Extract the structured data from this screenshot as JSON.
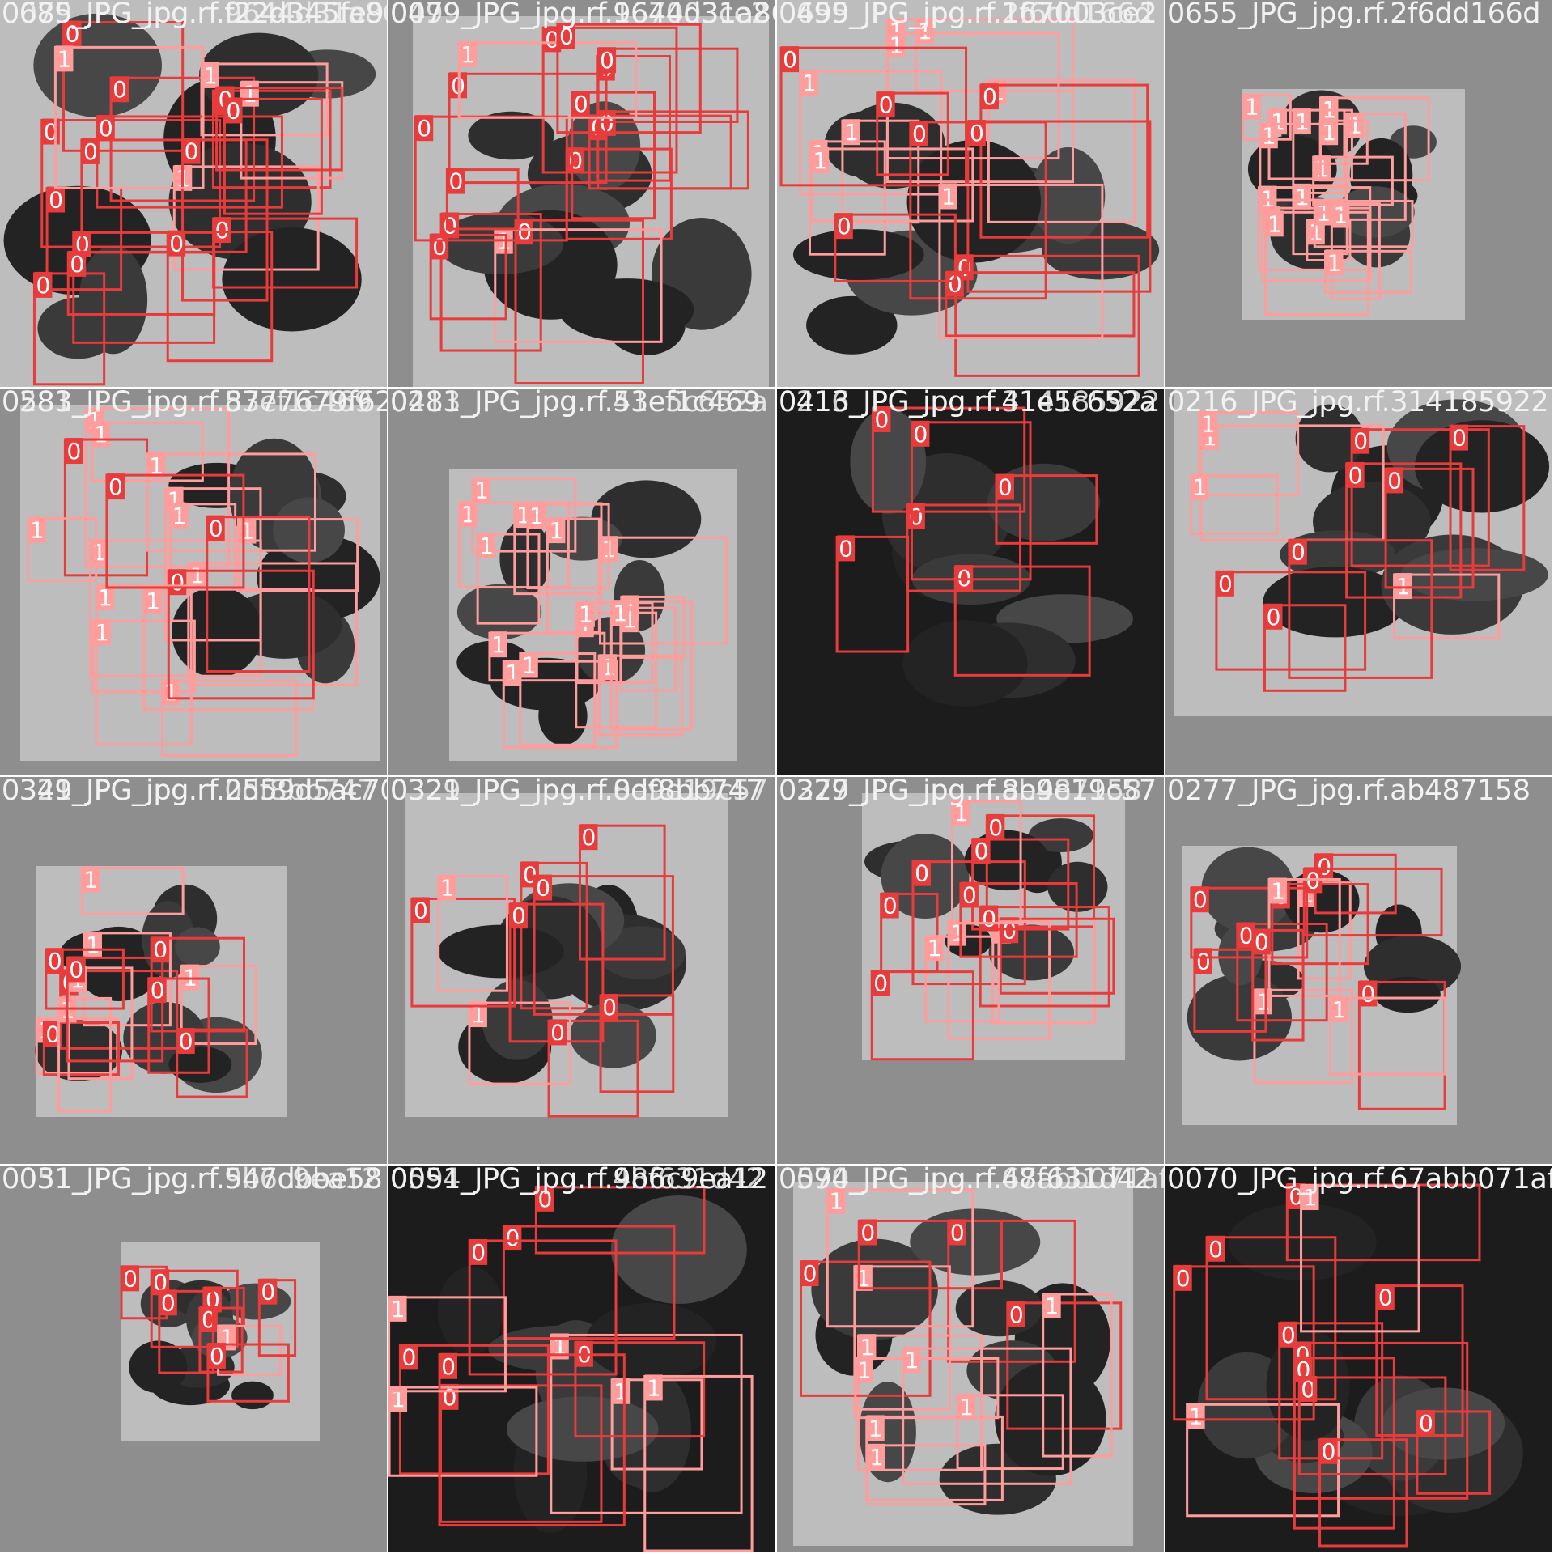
{
  "figure": {
    "grid": {
      "rows": 4,
      "cols": 4
    },
    "colors": {
      "class_0_box": "#e83b3b",
      "class_1_box": "#ff9c9c",
      "class_0_label_bg": "#e83b3b",
      "class_1_label_bg": "#ff9c9c",
      "label_text": "#ffffff",
      "title_text": "#f2f2f2",
      "canvas_fill": "#8e8e8e"
    },
    "tiles": [
      {
        "titles": [
          "0685_JPG_jpg.rf.f22d345fe9",
          "0079_JPG_jpg.rf.9644d31a86"
        ],
        "labels": [
          "0",
          "0",
          "0",
          "0",
          "1",
          "0",
          "0",
          "1",
          "0",
          "0",
          "1",
          "0",
          "0",
          "1",
          "0",
          "0",
          "0",
          "0",
          "0"
        ]
      },
      {
        "titles": [
          "0079_JPG_jpg.rf.9644d31a86",
          "0499_JPG_jpg.rf.167003ce2"
        ],
        "labels": [
          "0",
          "0",
          "0",
          "0",
          "0",
          "0",
          "1",
          "0",
          "0",
          "0",
          "0",
          "0",
          "0",
          "1",
          "0",
          "0"
        ]
      },
      {
        "titles": [
          "0499_JPG_jpg.rf.167003ce2",
          "0655_JPG_jpg.rf.2f6dd166d"
        ],
        "labels": [
          "1",
          "0",
          "1",
          "1",
          "0",
          "1",
          "1",
          "0",
          "1",
          "1",
          "0",
          "0",
          "0",
          "1",
          "0",
          "1",
          "0"
        ]
      },
      {
        "titles": [
          "0655_JPG_jpg.rf.2f6dd166d",
          ""
        ],
        "labels": [
          "1",
          "1",
          "1",
          "1",
          "1",
          "1",
          "1",
          "1",
          "1",
          "1",
          "1",
          "1",
          "1",
          "1",
          "1",
          "1"
        ]
      },
      {
        "titles": [
          "0583_JPG_jpg.rf.8777679f62",
          "0281_JPG_jpg.rf.53ef1c469"
        ],
        "labels": [
          "1",
          "1",
          "1",
          "1",
          "1",
          "1",
          "1",
          "1",
          "0",
          "1",
          "1",
          "0",
          "1",
          "1",
          "1",
          "0",
          "0"
        ]
      },
      {
        "titles": [
          "0281_JPG_jpg.rf.53ef1c469",
          "0413_JPG_jpg.rf.41e5c652a"
        ],
        "labels": [
          "1",
          "1",
          "1",
          "1",
          "1",
          "1",
          "1",
          "1",
          "1",
          "1",
          "1",
          "1",
          "1",
          "1",
          "1",
          "1"
        ]
      },
      {
        "titles": [
          "0413_JPG_jpg.rf.41e5c652a",
          "0216_JPG_jpg.rf.314185922"
        ],
        "labels": [
          "0",
          "0",
          "0",
          "0",
          "0",
          "0"
        ]
      },
      {
        "titles": [
          "0216_JPG_jpg.rf.314185922",
          ""
        ],
        "labels": [
          "0",
          "0",
          "1",
          "0",
          "1",
          "0",
          "1",
          "0",
          "0",
          "1",
          "0"
        ]
      },
      {
        "titles": [
          "0349_JPG_jpg.rf.2559d5ac70",
          "0321_JPG_jpg.rf.0df8bb747"
        ],
        "labels": [
          "0",
          "1",
          "1",
          "1",
          "0",
          "1",
          "1",
          "0",
          "1",
          "0",
          "0",
          "0",
          "0"
        ]
      },
      {
        "titles": [
          "0321_JPG_jpg.rf.0df8bb747",
          "0329_JPG_jpg.rf.8e9e19c57"
        ],
        "labels": [
          "0",
          "0",
          "0",
          "1",
          "0",
          "0",
          "0",
          "1",
          "0"
        ]
      },
      {
        "titles": [
          "0329_JPG_jpg.rf.8e9e19c57",
          "0277_JPG_jpg.rf.ab487158"
        ],
        "labels": [
          "0",
          "0",
          "1",
          "0",
          "1",
          "0",
          "0",
          "1",
          "0",
          "0",
          "0",
          "1"
        ]
      },
      {
        "titles": [
          "0277_JPG_jpg.rf.ab487158",
          ""
        ],
        "labels": [
          "0",
          "1",
          "0",
          "1",
          "1",
          "0",
          "0",
          "0",
          "0",
          "0",
          "1",
          "0"
        ]
      },
      {
        "titles": [
          "0031_JPG_jpg.rf.547dbbe58",
          "0051_JPG_jpg.rf.9b6c9ea12"
        ],
        "labels": [
          "0",
          "0",
          "0",
          "0",
          "1",
          "0",
          "0",
          "0"
        ]
      },
      {
        "titles": [
          "0051_JPG_jpg.rf.9b6c9ea12",
          "0594_JPG_jpg.rf.48f631d42"
        ],
        "labels": [
          "0",
          "0",
          "1",
          "1",
          "0",
          "0",
          "1",
          "0",
          "0",
          "0",
          "1",
          "1"
        ]
      },
      {
        "titles": [
          "0594_JPG_jpg.rf.48f631d42",
          "0070_JPG_jpg.rf.67abb071af"
        ],
        "labels": [
          "0",
          "1",
          "0",
          "0",
          "1",
          "0",
          "1",
          "1",
          "1",
          "1",
          "1",
          "1",
          "1"
        ]
      },
      {
        "titles": [
          "0070_JPG_jpg.rf.67abb071af",
          ""
        ],
        "labels": [
          "0",
          "0",
          "1",
          "0",
          "0",
          "0",
          "0",
          "0",
          "0",
          "0",
          "1",
          "0"
        ]
      }
    ]
  }
}
